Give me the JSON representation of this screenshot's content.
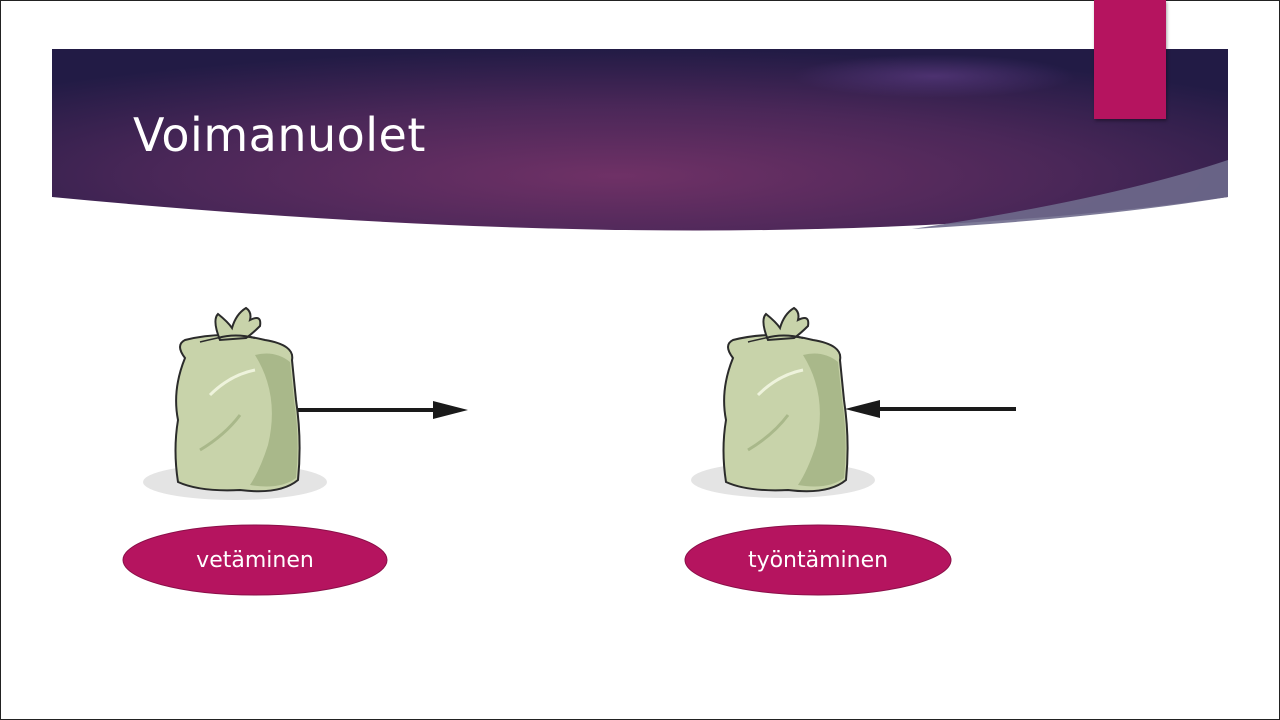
{
  "slide": {
    "title": "Voimanuolet",
    "colors": {
      "banner_dark": "#241c47",
      "banner_mid": "#6b2f65",
      "accent": "#b5145f",
      "bag_fill": "#c8d3aa",
      "bag_shadow": "#a9b88a",
      "arrow": "#1a1a1a"
    }
  },
  "figures": [
    {
      "name": "pulling",
      "label": "vetäminen",
      "icon": "sack-icon",
      "arrow_direction": "away-from-bag"
    },
    {
      "name": "pushing",
      "label": "työntäminen",
      "icon": "sack-icon",
      "arrow_direction": "toward-bag"
    }
  ]
}
